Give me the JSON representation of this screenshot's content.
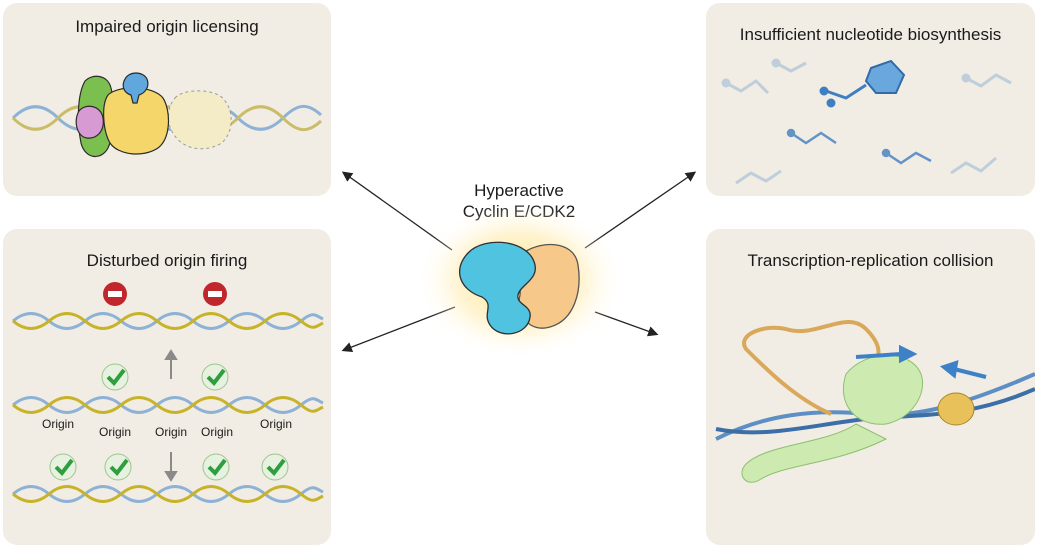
{
  "center": {
    "line1": "Hyperactive",
    "line2": "Cyclin E/CDK2"
  },
  "panels": {
    "top_left": {
      "title": "Impaired origin licensing"
    },
    "top_right": {
      "title": "Insufficient nucleotide biosynthesis"
    },
    "bottom_left": {
      "title": "Disturbed origin firing",
      "origin_labels": [
        "Origin",
        "Origin",
        "Origin",
        "Origin",
        "Origin"
      ]
    },
    "bottom_right": {
      "title": "Transcription-replication collision"
    }
  },
  "colors": {
    "panel_bg": "#f2ede4",
    "dna_blue": "#7fa8cf",
    "dna_yellow": "#c7b32a",
    "cyclin_e": "#4fc3e0",
    "cdk2": "#f6c98b",
    "glow": "#ffe27a",
    "stop_red": "#c0272d",
    "check_green": "#2e9e3e",
    "rna_tan": "#d9a85a",
    "polymerase_green": "#bfe3a0"
  },
  "icons": [
    "stop-sign-icon",
    "check-mark-icon",
    "arrow-icon",
    "nucleotide-icon"
  ]
}
